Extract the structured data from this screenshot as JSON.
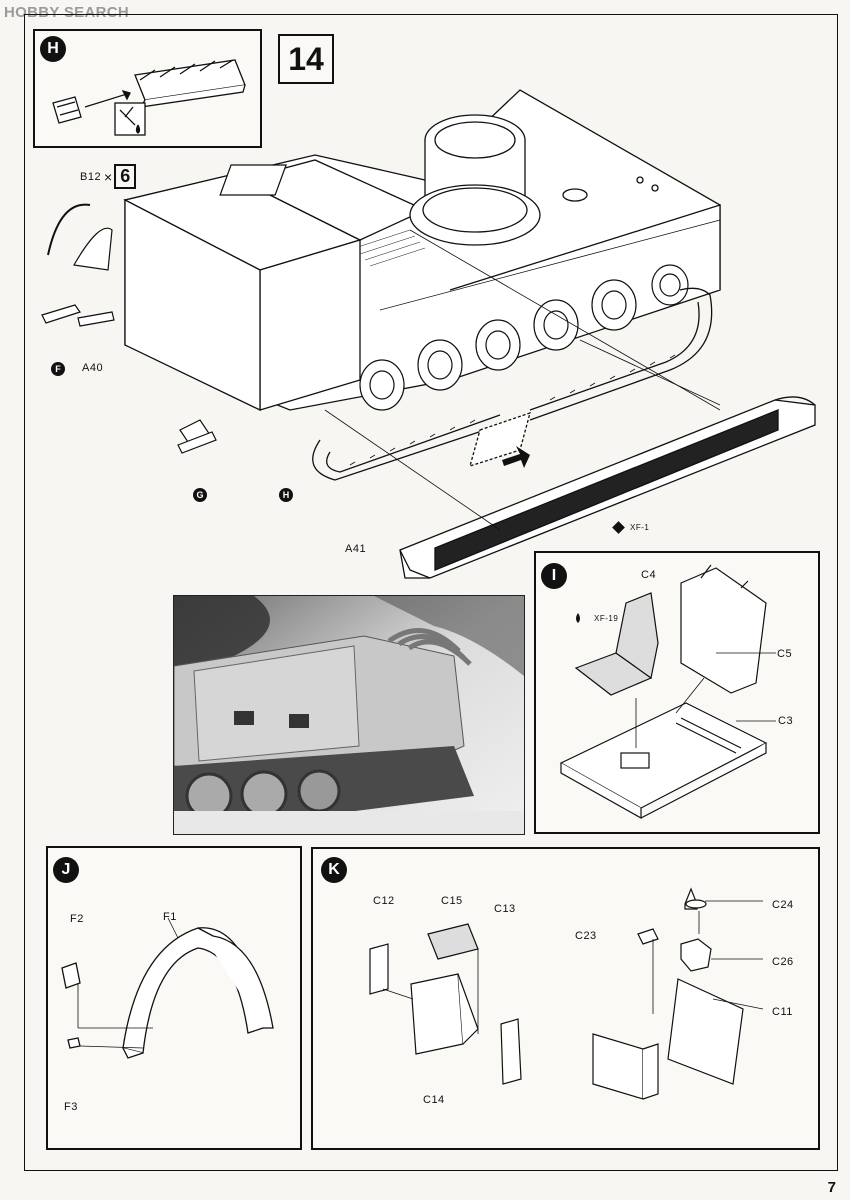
{
  "watermark": "HOBBY SEARCH",
  "step_number": "14",
  "page_number": "7",
  "multiplier": {
    "prefix": "×",
    "value": "6"
  },
  "badges": {
    "h": "H",
    "i": "I",
    "j": "J",
    "k": "K"
  },
  "small_badges": {
    "f": "F",
    "g": "G",
    "h": "H"
  },
  "labels": {
    "b12": "B12",
    "a40": "A40",
    "a41": "A41",
    "xf1": "XF-1",
    "xf19": "XF-19",
    "c4": "C4",
    "c5": "C5",
    "c3": "C3",
    "f2": "F2",
    "f1": "F1",
    "f3": "F3",
    "c12": "C12",
    "c15": "C15",
    "c13": "C13",
    "c14": "C14",
    "c23": "C23",
    "c24": "C24",
    "c26": "C26",
    "c11": "C11"
  }
}
